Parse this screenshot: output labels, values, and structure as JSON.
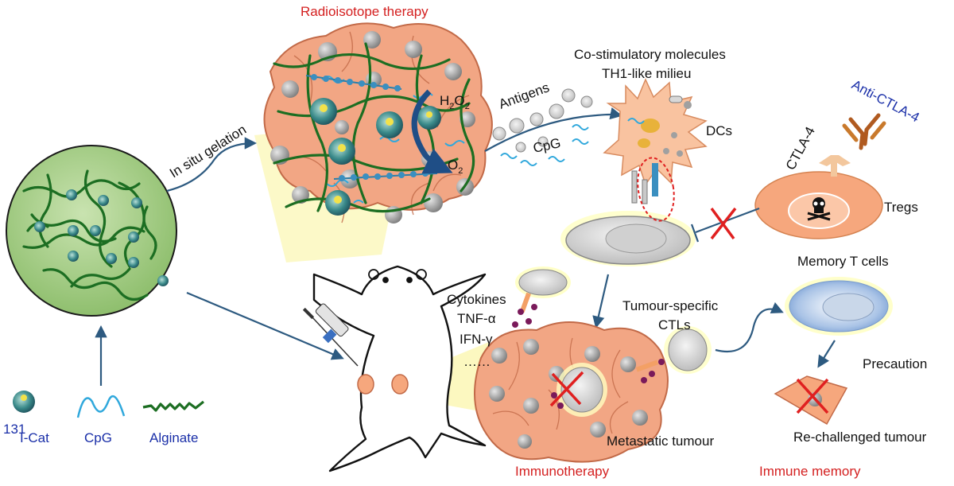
{
  "titles": {
    "radioisotope": "Radioisotope therapy",
    "immunotherapy": "Immunotherapy",
    "immune_memory": "Immune memory"
  },
  "labels": {
    "in_situ_gelation": "In situ gelation",
    "h2o2_main": "H",
    "h2o2_sub2a": "2",
    "h2o2_o": "O",
    "h2o2_sub2b": "2",
    "o2_main": "O",
    "o2_sub": "2",
    "antigens": "Antigens",
    "cpg_mid": "CpG",
    "costim_line1": "Co-stimulatory molecules",
    "costim_line2": "TH1-like milieu",
    "dcs": "DCs",
    "anti_ctla4": "Anti-CTLA-4",
    "ctla4": "CTLA-4",
    "tregs": "Tregs",
    "memory_t_cells": "Memory T cells",
    "cytokines": "Cytokines",
    "tnf": "TNF-α",
    "ifn": "IFN-γ",
    "dots": "……",
    "tumour_specific": "Tumour-specific",
    "ctls": "CTLs",
    "precaution": "Precaution",
    "metastatic_tumour": "Metastatic tumour",
    "rechallenged_tumour": "Re-challenged tumour"
  },
  "legend": {
    "cat_sup": "131",
    "cat_label": "I-Cat",
    "cpg": "CpG",
    "alginate": "Alginate"
  },
  "colors": {
    "title_red": "#d42020",
    "legend_blue": "#1a2fa8",
    "arrow_blue": "#2d5a80",
    "gel_green": "#a8d08a",
    "alginate_green": "#1c6e22",
    "cpg_cyan": "#30a8dc",
    "cell_salmon": "#f2a684",
    "cell_outline": "#c26a48",
    "nucleus_grey": "#9a9a9a",
    "cone_yellow": "#fbf6b0",
    "inhibit_red": "#e02020"
  }
}
